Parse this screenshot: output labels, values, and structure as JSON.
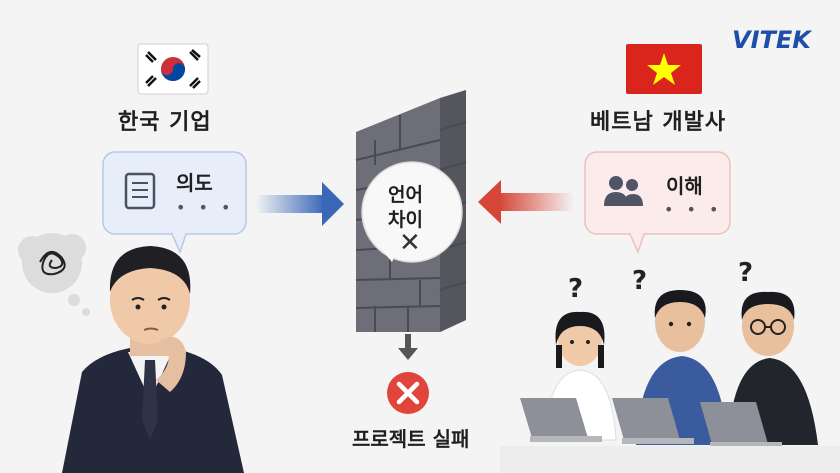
{
  "brand": {
    "logo_text": "VITEK",
    "logo_color": "#1f4ea8"
  },
  "left": {
    "label": "한국 기업",
    "bubble_text": "의도",
    "bubble_dots": "• • •",
    "flag": "korea-flag",
    "icon": "document-icon"
  },
  "right": {
    "label": "베트남 개발사",
    "bubble_text": "이해",
    "bubble_dots": "• • •",
    "flag": "vietnam-flag",
    "icon": "people-icon"
  },
  "wall": {
    "line1": "언어",
    "line2": "차이",
    "mark": "✕"
  },
  "result": {
    "label": "프로젝트 실패"
  },
  "question_marks": [
    "?",
    "?",
    "?"
  ],
  "colors": {
    "blue_arrow": "#3a67b8",
    "red_arrow": "#d64637",
    "fail_red": "#e0443a",
    "wall_gray": "#6e6e78"
  }
}
